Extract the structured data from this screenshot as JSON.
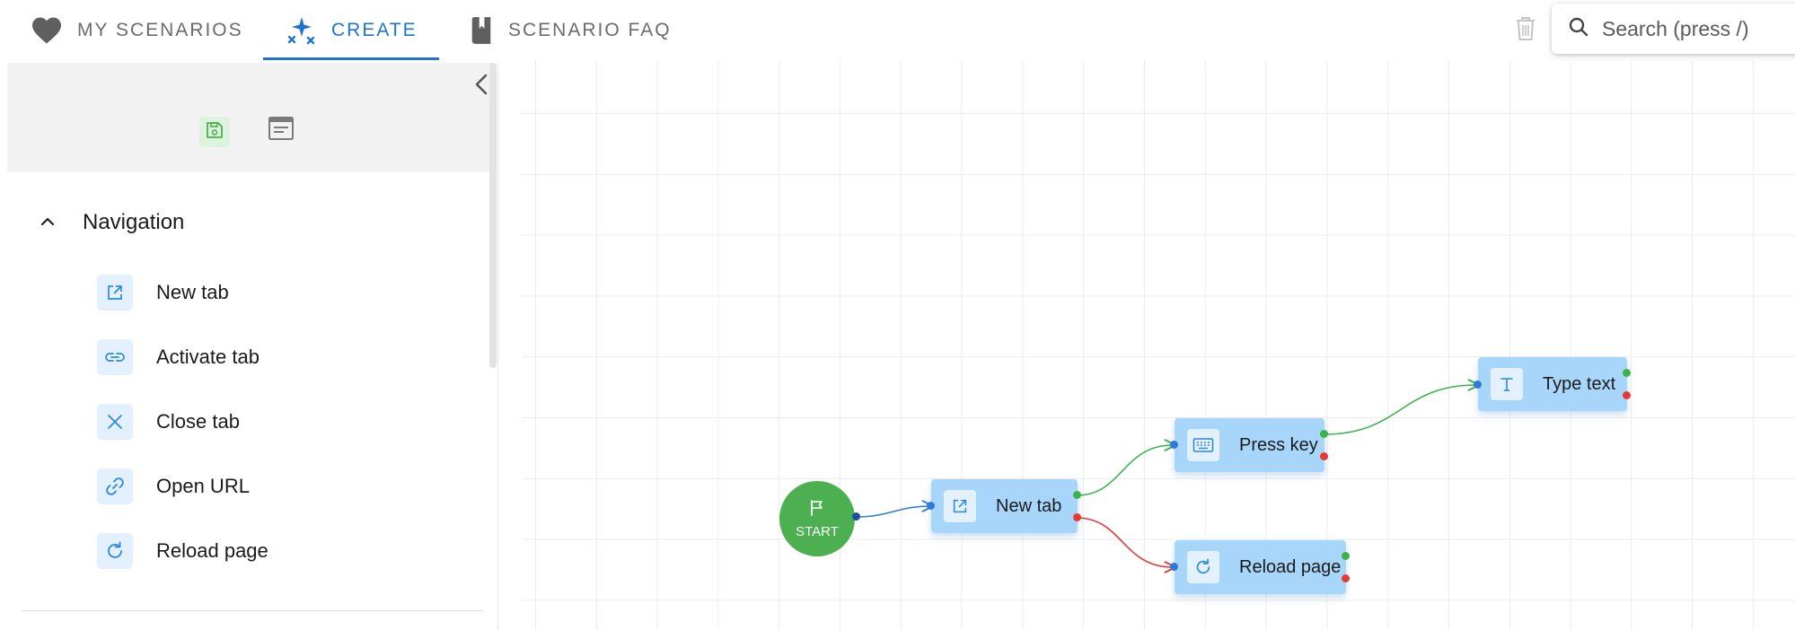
{
  "header": {
    "tabs": [
      {
        "label": "MY SCENARIOS",
        "icon": "heart-icon",
        "active": false
      },
      {
        "label": "CREATE",
        "icon": "sparkles-icon",
        "active": true
      },
      {
        "label": "SCENARIO FAQ",
        "icon": "book-icon",
        "active": false
      }
    ],
    "search": {
      "placeholder": "Search (press /)"
    }
  },
  "sidebar": {
    "section": {
      "title": "Navigation",
      "expanded": true
    },
    "items": [
      {
        "label": "New tab",
        "icon": "external-link-icon"
      },
      {
        "label": "Activate tab",
        "icon": "link-chain-icon"
      },
      {
        "label": "Close tab",
        "icon": "close-icon"
      },
      {
        "label": "Open URL",
        "icon": "link-icon"
      },
      {
        "label": "Reload page",
        "icon": "reload-icon"
      }
    ]
  },
  "flow": {
    "start": {
      "label": "START",
      "icon": "flag-icon"
    },
    "nodes": [
      {
        "id": "new-tab",
        "label": "New tab",
        "icon": "external-link-icon"
      },
      {
        "id": "press-key",
        "label": "Press key",
        "icon": "keyboard-icon"
      },
      {
        "id": "reload-page",
        "label": "Reload page",
        "icon": "reload-icon"
      },
      {
        "id": "type-text",
        "label": "Type text",
        "icon": "text-icon"
      }
    ],
    "edges": [
      {
        "from": "start",
        "to": "new-tab",
        "kind": "default"
      },
      {
        "from": "new-tab",
        "to": "press-key",
        "kind": "success"
      },
      {
        "from": "new-tab",
        "to": "reload-page",
        "kind": "error"
      },
      {
        "from": "press-key",
        "to": "type-text",
        "kind": "success"
      }
    ]
  },
  "colors": {
    "accent": "#1e74d0",
    "node": "#a8d6fb",
    "start": "#4caf50",
    "success_edge": "#3bb24a",
    "error_edge": "#e53935",
    "default_edge": "#2e7ad6"
  }
}
